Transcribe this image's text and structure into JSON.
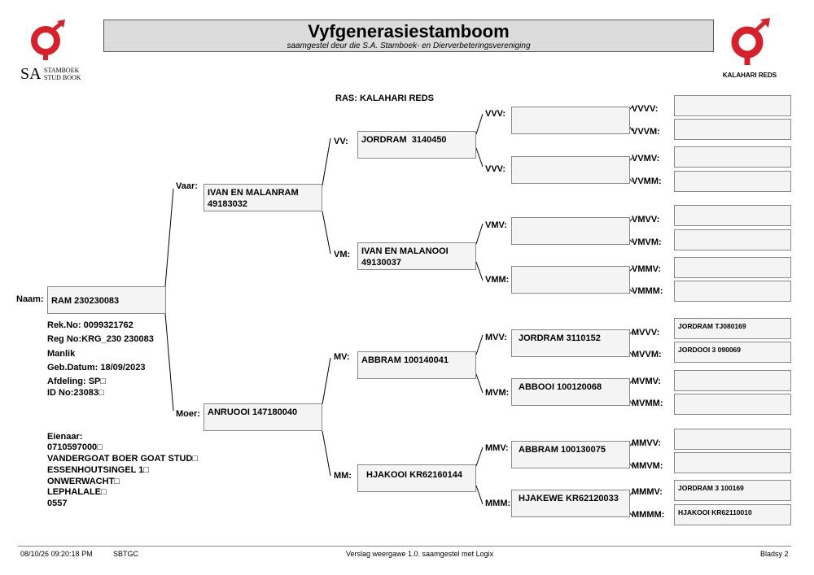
{
  "header": {
    "title": "Vyfgenerasiestamboom",
    "subtitle": "saamgestel deur die S.A. Stamboek- en Dierverbeteringsvereniging",
    "logo_left": {
      "initials": "SA",
      "line1": "STAMBOEK",
      "line2": "STUD BOOK"
    },
    "logo_right": {
      "caption": "KALAHARI REDS"
    }
  },
  "breed": "RAS: KALAHARI REDS",
  "animal": {
    "label": "Naam:",
    "name": "RAM 230230083",
    "rek_no": "Rek.No: 0099321762",
    "reg_no": "Reg No:KRG_230 230083",
    "sex": "Manlik",
    "birth": "Geb.Datum: 18/09/2023",
    "afdeling": "Afdeling: SP□",
    "id_no": "ID No:23083□"
  },
  "owner": {
    "label": "Eienaar:",
    "lines": [
      "0710597000□",
      "VANDERGOAT BOER GOAT STUD□",
      "ESSENHOUTSINGEL 1□",
      "ONWERWACHT□",
      "LEPHALALE□",
      "0557"
    ]
  },
  "gen1": {
    "sire": {
      "label": "Vaar:",
      "text": "IVAN EN MALANRAM\n49183032"
    },
    "dam": {
      "label": "Moer:",
      "text": "ANRUOOI 147180040"
    }
  },
  "gen2": {
    "vv": {
      "label": "VV:",
      "text": "JORDRAM  3140450"
    },
    "vm": {
      "label": "VM:",
      "text": "IVAN EN MALANOOI\n49130037"
    },
    "mv": {
      "label": "MV:",
      "text": "ABBRAM 100140041"
    },
    "mm": {
      "label": "MM:",
      "text": "HJAKOOI KR62160144"
    }
  },
  "gen3": {
    "vvv1": {
      "label": "VVV:",
      "text": ""
    },
    "vvv2": {
      "label": "VVV:",
      "text": ""
    },
    "vmv": {
      "label": "VMV:",
      "text": ""
    },
    "vmm": {
      "label": "VMM:",
      "text": ""
    },
    "mvv": {
      "label": "MVV:",
      "text": "JORDRAM 3110152"
    },
    "mvm": {
      "label": "MVM:",
      "text": "ABBOOI 100120068"
    },
    "mmv": {
      "label": "MMV:",
      "text": "ABBRAM 100130075"
    },
    "mmm": {
      "label": "MMM:",
      "text": "HJAKEWE KR62120033"
    }
  },
  "gen4": [
    {
      "label": "VVVV:",
      "text": ""
    },
    {
      "label": "VVVM:",
      "text": ""
    },
    {
      "label": "VVMV:",
      "text": ""
    },
    {
      "label": "VVMM:",
      "text": ""
    },
    {
      "label": "VMVV:",
      "text": ""
    },
    {
      "label": "VMVM:",
      "text": ""
    },
    {
      "label": "VMMV:",
      "text": ""
    },
    {
      "label": "VMMM:",
      "text": ""
    },
    {
      "label": "MVVV:",
      "text": "JORDRAM TJ080169"
    },
    {
      "label": "MVVM:",
      "text": "JORDOOI 3 090069"
    },
    {
      "label": "MVMV:",
      "text": ""
    },
    {
      "label": "MVMM:",
      "text": ""
    },
    {
      "label": "MMVV:",
      "text": ""
    },
    {
      "label": "MMVM:",
      "text": ""
    },
    {
      "label": "MMMV:",
      "text": "JORDRAM 3 100169"
    },
    {
      "label": "MMMM:",
      "text": "HJAKOOI KR62110010"
    }
  ],
  "footer": {
    "datetime": "08/10/26 09:20:18 PM",
    "code": "SBTGC",
    "report": "Verslag weergawe 1.0. saamgestel met Logix",
    "page": "Bladsy 2"
  },
  "colors": {
    "logo_red": "#d7202a",
    "box_bg": "#f4f4f4",
    "header_bg": "#dcdcdc"
  }
}
